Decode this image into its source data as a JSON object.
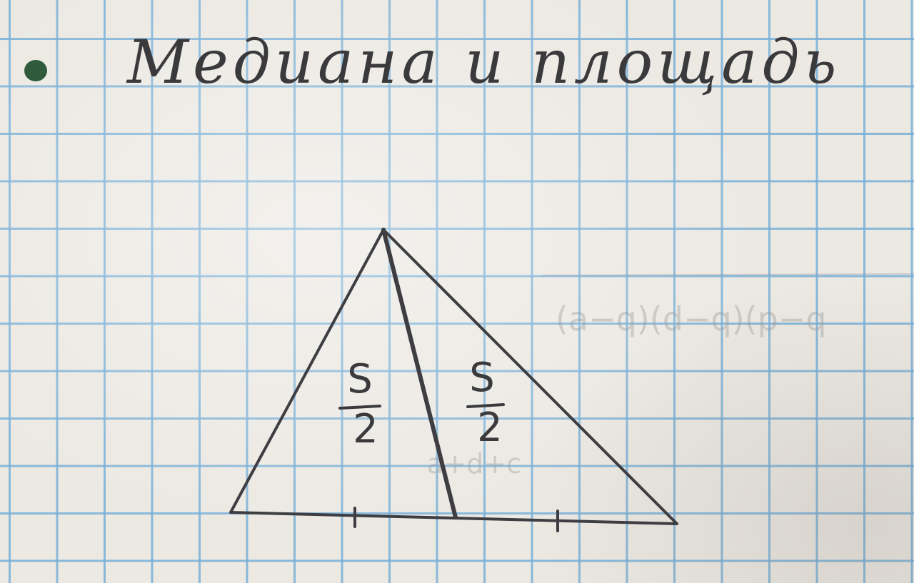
{
  "heading": "Медиана и площадь",
  "diagram": {
    "left_area_numerator": "S",
    "left_area_denominator": "2",
    "right_area_numerator": "S",
    "right_area_denominator": "2"
  },
  "bleed_through": {
    "line_1": "(a−q)(d−q)(p−q",
    "line_2": "a+d+c"
  },
  "colors": {
    "grid": "#7fb3d8",
    "ink": "#3a3a3c",
    "bullet": "#2f5a3c"
  }
}
